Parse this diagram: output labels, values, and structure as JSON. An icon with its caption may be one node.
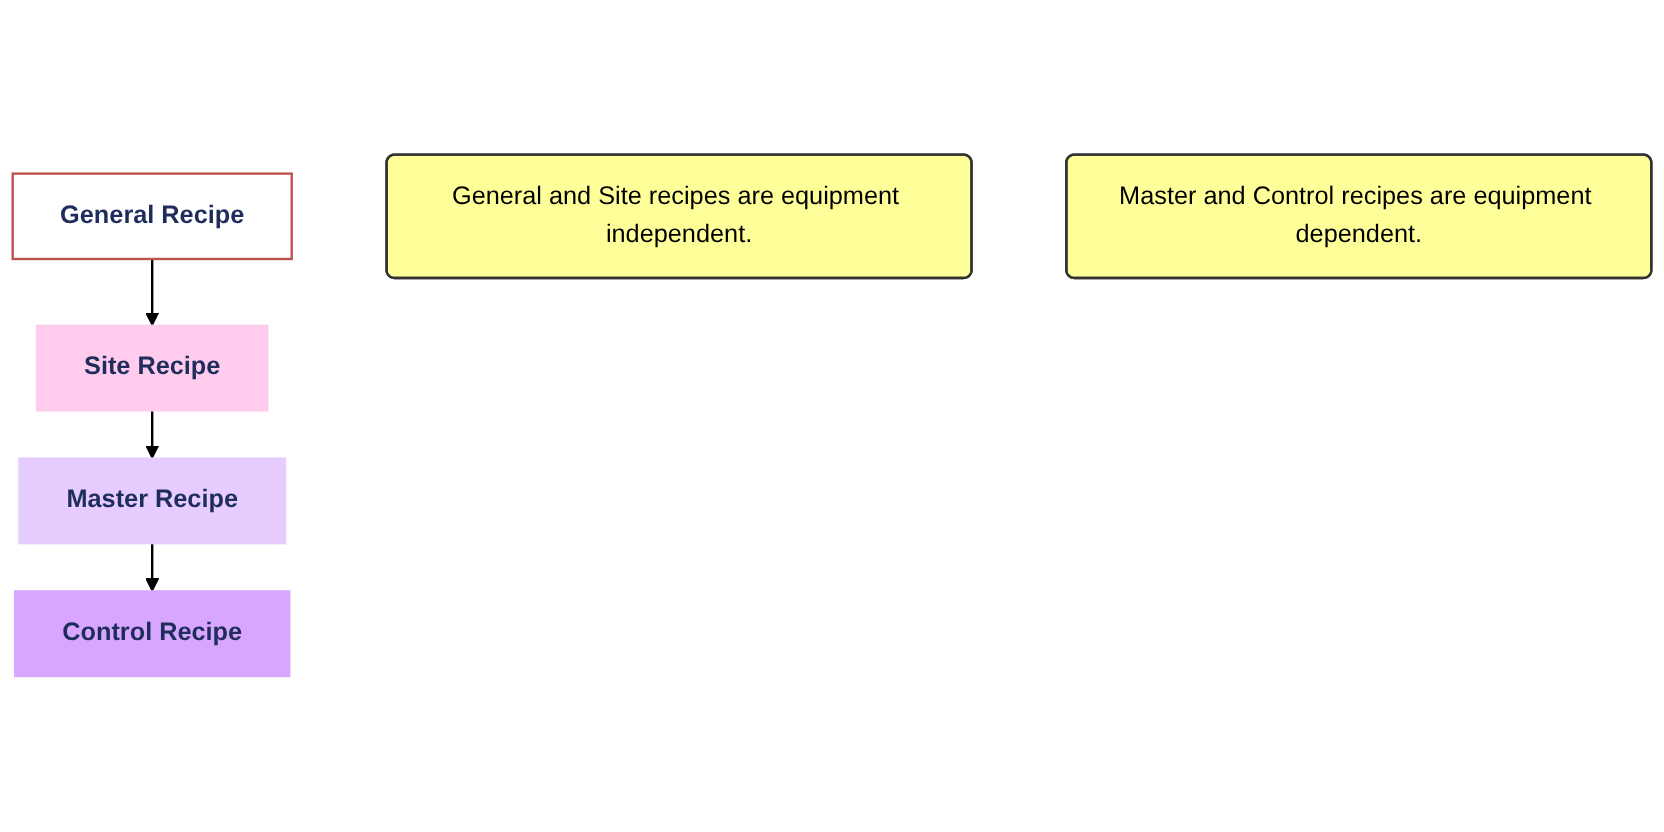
{
  "diagram": {
    "nodes": [
      {
        "text": [
          "General Recipe"
        ]
      },
      {
        "text": [
          "Site Recipe"
        ]
      },
      {
        "text": [
          "Master Recipe"
        ]
      },
      {
        "text": [
          "Control Recipe"
        ]
      },
      {
        "text": [
          "General and Site recipes are equipment independent."
        ]
      },
      {
        "text": [
          "Master and Control recipes are equipment dependent."
        ]
      }
    ],
    "edges": [
      {
        "from": 0,
        "to": 1,
        "arrow": "to"
      },
      {
        "from": 1,
        "to": 2,
        "arrow": "to"
      },
      {
        "from": 2,
        "to": 3,
        "arrow": "to"
      }
    ]
  }
}
